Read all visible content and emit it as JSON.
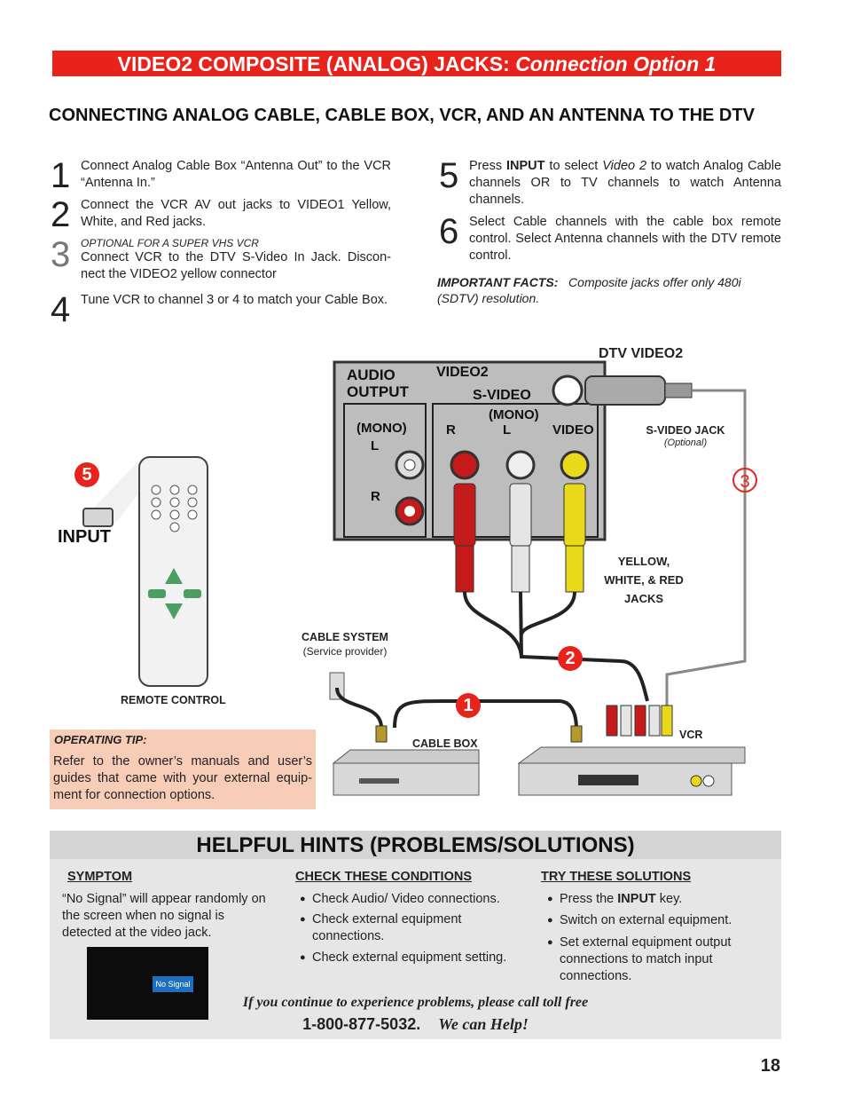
{
  "banner": {
    "main": "VIDEO2 COMPOSITE (ANALOG) JACKS: ",
    "italic": "Connection Option 1"
  },
  "subheading": "CONNECTING ANALOG CABLE, CABLE BOX, VCR, AND AN ANTENNA TO THE DTV",
  "steps": [
    {
      "num": "1",
      "text": "Connect Analog Cable Box “Antenna Out” to the VCR “Antenna In.”"
    },
    {
      "num": "2",
      "text": "Connect the VCR AV out jacks to VIDEO1 Yellow, White, and Red jacks."
    },
    {
      "num": "3",
      "note": "OPTIONAL FOR A SUPER VHS VCR",
      "text": "Connect VCR to the DTV S-Video In Jack. Discon-nect the VIDEO2 yellow connector"
    },
    {
      "num": "4",
      "text": "Tune VCR to channel 3 or 4 to match your Cable Box."
    },
    {
      "num": "5",
      "pre": "Press ",
      "bold": "INPUT",
      "mid": " to select ",
      "ital": "Video 2",
      "post": " to watch Analog Cable channels OR to TV channels to watch Antenna channels."
    },
    {
      "num": "6",
      "text": "Select Cable channels with the cable box remote control. Select Antenna channels with the DTV remote control."
    }
  ],
  "important": {
    "label": "IMPORTANT FACTS:",
    "text": "Composite jacks offer only 480i (SDTV) resolution."
  },
  "diagram": {
    "dtv_video2": "DTV VIDEO2",
    "panel_audio_output": "AUDIO OUTPUT",
    "panel_video2": "VIDEO2",
    "panel_svideo": "S-VIDEO",
    "panel_mono_left": "(MONO)",
    "panel_mono_right": "(MONO)",
    "panel_l": "L",
    "panel_r": "R",
    "panel_r2": "R",
    "panel_l2": "L",
    "panel_video": "VIDEO",
    "svideo_jack": "S-VIDEO JACK",
    "svideo_optional": "(Optional)",
    "ywr_jacks": "YELLOW, WHITE, & RED JACKS",
    "cable_system": "CABLE SYSTEM",
    "service_provider": "(Service provider)",
    "cable_box": "CABLE BOX",
    "vcr": "VCR",
    "remote_control": "REMOTE CONTROL",
    "input": "INPUT",
    "badge_1": "1",
    "badge_2": "2",
    "badge_3": "3",
    "badge_5": "5"
  },
  "tip": {
    "label": "OPERATING TIP:",
    "text": "Refer to the owner’s manuals and user’s guides that came with your external equip-ment for connection options."
  },
  "hints": {
    "title": "HELPFUL HINTS (PROBLEMS/SOLUTIONS)",
    "symptom_head": "SYMPTOM",
    "symptom_text": "“No Signal” will appear randomly on the screen when no signal is detected at the video jack.",
    "no_signal": "No Signal",
    "check_head": "CHECK THESE CONDITIONS",
    "checks": [
      "Check Audio/ Video connections.",
      "Check external equipment connections.",
      "Check external equipment setting."
    ],
    "try_head": "TRY THESE SOLUTIONS",
    "sol1_pre": "Press the ",
    "sol1_bold": "INPUT",
    "sol1_post": " key.",
    "sol2": "Switch on external equipment.",
    "sol3": "Set external equipment output connections to match input connections.",
    "call": "If you continue to experience problems, please call toll free",
    "phone": "1-800-877-5032.",
    "help": "We can Help!"
  },
  "page_number": "18",
  "colors": {
    "banner": "#e8231c",
    "badge": "#e8231c",
    "tip_bg": "#f8cdb8",
    "hints_bg": "#e6e6e6"
  }
}
